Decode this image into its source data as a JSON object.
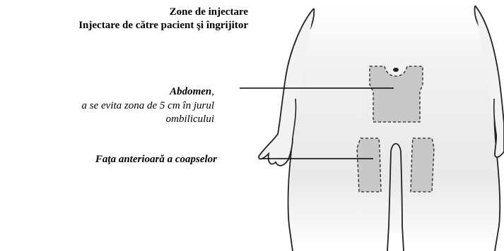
{
  "header": {
    "title": "Zone de injectare",
    "subtitle": "Injectare de către pacient şi îngrijitor"
  },
  "labels": {
    "abdomen_name": "Abdomen",
    "abdomen_comma": ",",
    "abdomen_note_line1": "a se evita zona de 5 cm în jurul",
    "abdomen_note_line2": "ombilicului",
    "thighs": "Faţa anterioară a coapselor"
  },
  "colors": {
    "zone_fill": "#c8c8c8",
    "body_fill": "#efefef",
    "outline": "#222222"
  }
}
